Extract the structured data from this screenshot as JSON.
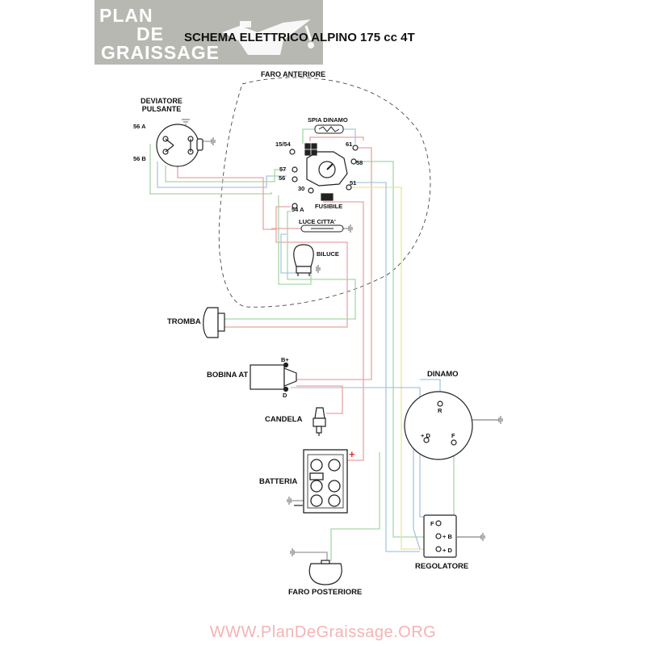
{
  "logo": {
    "line1": "PLAN",
    "line2": "DE",
    "line3": "GRAISSAGE"
  },
  "title": "SCHEMA ELETTRICO ALPINO 175 cc 4T",
  "footer": "WWW.PlanDeGraissage.ORG",
  "colors": {
    "wire_red": "#e9a4a4",
    "wire_green": "#a6d7a6",
    "wire_blue": "#a9c6df",
    "wire_yellow": "#ece49a",
    "wire_gray": "#9a9a9a",
    "logo_bg": "#b8b8b3",
    "footer_text": "#f4b3b3"
  },
  "labels": {
    "faro_anteriore": "FARO ANTERIORE",
    "deviatore_1": "DEVIATORE",
    "deviatore_2": "PULSANTE",
    "pin_56a": "56 A",
    "pin_56b": "56 B",
    "spia_dinamo": "SPIA DINAMO",
    "pin_1554": "15/54",
    "pin_61": "61",
    "pin_58": "58",
    "pin_57": "57",
    "pin_56": "56",
    "pin_30": "30",
    "pin_51": "51",
    "pin_54a": "54 A",
    "fusibile": "FUSIBILE",
    "luce_citta": "LUCE CITTA'",
    "biluce": "BILUCE",
    "tromba": "TROMBA",
    "bobina": "BOBINA AT",
    "pin_bplus": "B+",
    "pin_d": "D",
    "candela": "CANDELA",
    "batteria": "BATTERIA",
    "plus_sign": "+",
    "minus_sign": "—",
    "dinamo": "DINAMO",
    "dinamo_r": "R",
    "dinamo_plus_d": "+ D",
    "dinamo_f": "F",
    "reg_f": "F",
    "reg_plus_b": "+ B",
    "reg_plus_d": "+ D",
    "regolatore": "REGOLATORE",
    "faro_posteriore": "FARO POSTERIORE"
  }
}
